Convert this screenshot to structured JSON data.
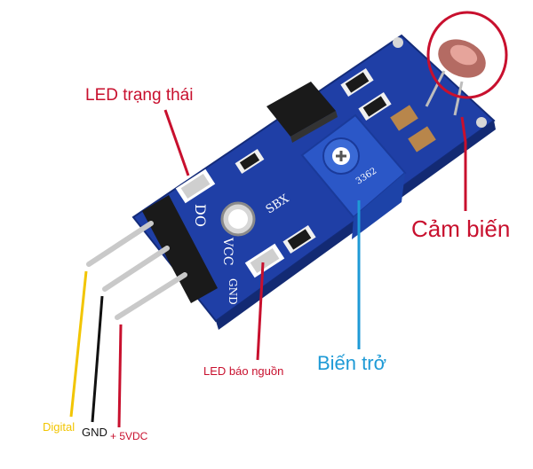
{
  "labels": {
    "led_status": "LED trạng thái",
    "sensor": "Cảm biến",
    "potentiometer": "Biến trở",
    "led_power": "LED báo nguồn",
    "digital": "Digital",
    "gnd": "GND",
    "vdc": "+ 5VDC"
  },
  "board": {
    "silk_do": "DO",
    "silk_vcc": "VCC",
    "silk_gnd": "GND",
    "silk_sbx": "SBX",
    "pot_code": "3362"
  },
  "colors": {
    "pcb": "#1f3fa6",
    "callout_red": "#c8102e",
    "callout_blue": "#1e9ad6",
    "wire_digital": "#f2c500",
    "wire_gnd": "#111111",
    "wire_vdc": "#c8102e"
  }
}
